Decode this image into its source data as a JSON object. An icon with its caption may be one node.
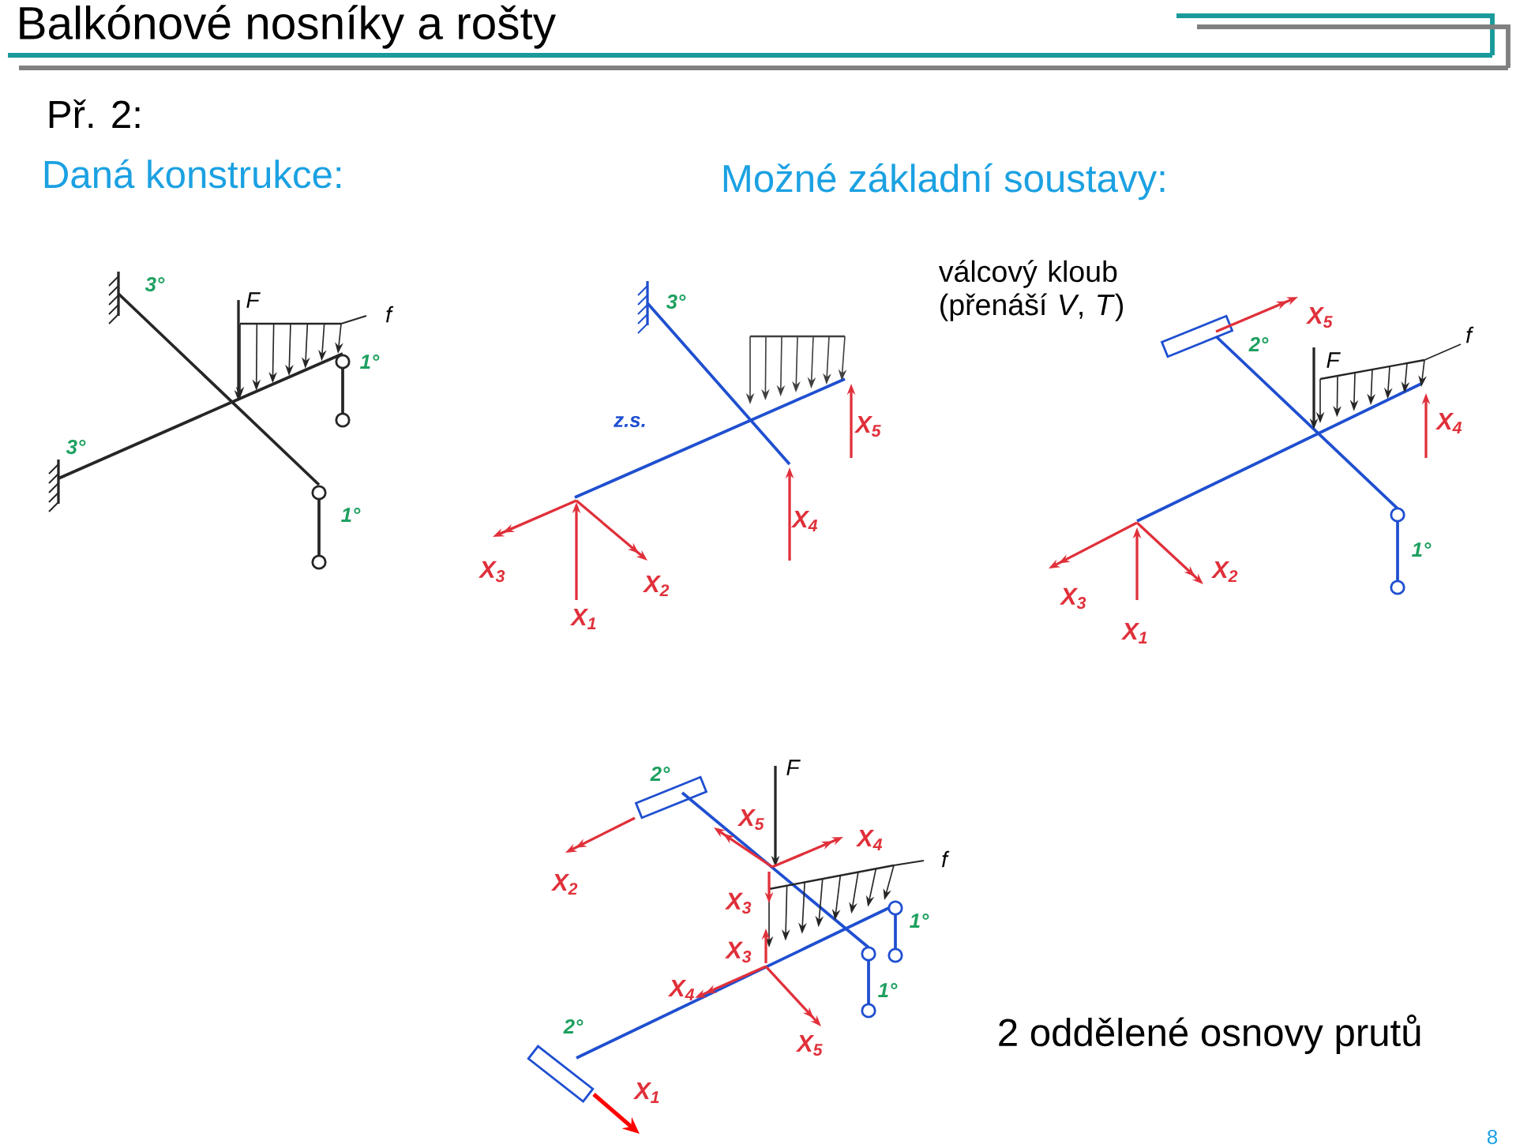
{
  "diagram": {
    "title": "Balkónové nosníky a rošty",
    "labels": [
      "Př. 2:",
      "Daná konstrukce:",
      "Možné základní soustavy:",
      "válcový kloub (přenáší *V*, *T*)",
      "3°",
      "F",
      "f",
      "1°",
      "3°",
      "1°",
      "3°",
      "z.s.",
      "X$_{5}$",
      "X$_{4}$",
      "X$_{3}$",
      "X$_{1}$",
      "X$_{2}$",
      "X$_{5}$",
      "2°",
      "F",
      "f",
      "X$_{4}$",
      "1°",
      "X$_{2}$",
      "X$_{3}$",
      "X$_{1}$",
      "2°",
      "F",
      "X$_{5}$",
      "X$_{4}$",
      "f",
      "X$_{2}$",
      "X$_{3}$",
      "1°",
      "X$_{3}$",
      "X$_{4}$",
      "1°",
      "X$_{5}$",
      "2°",
      "X$_{1}$",
      "2 oddělené osnovy prutů",
      "8"
    ]
  }
}
